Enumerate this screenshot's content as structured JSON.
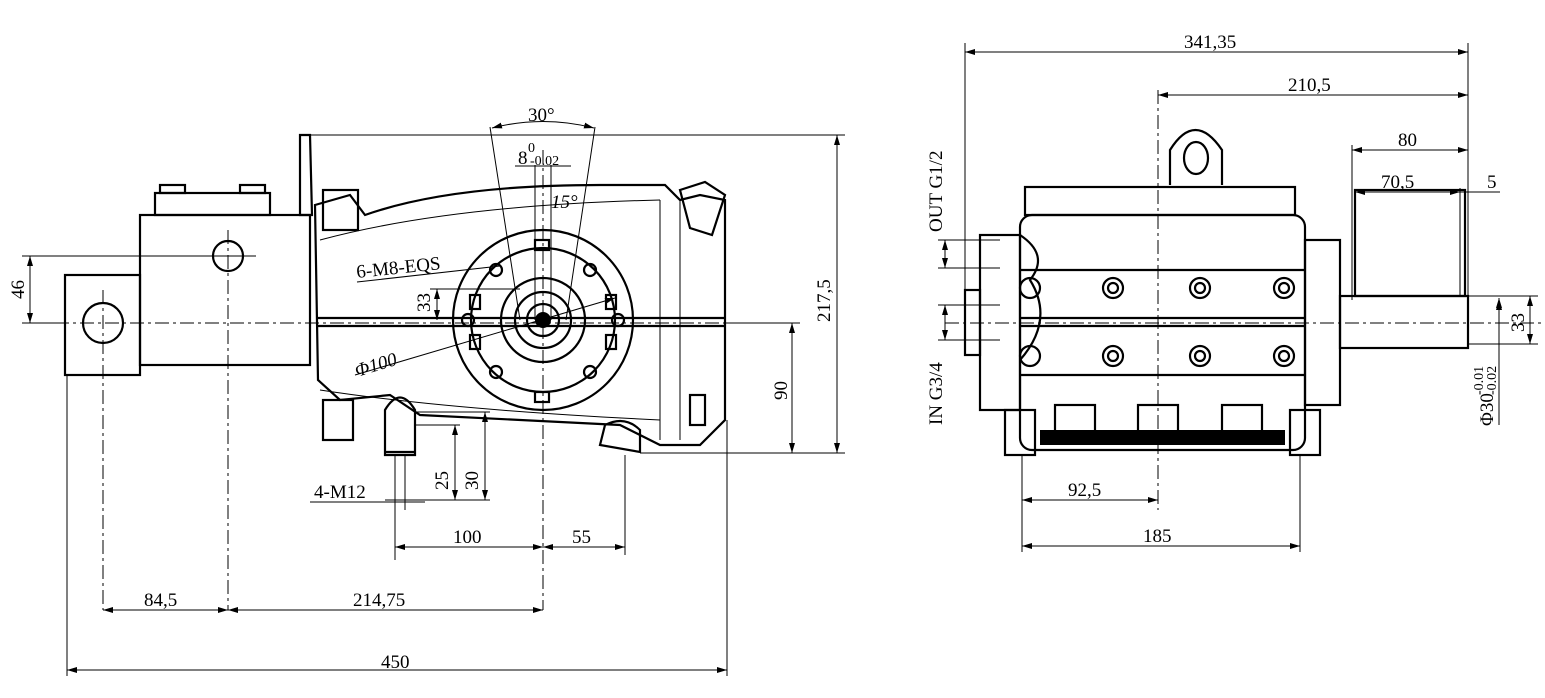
{
  "left_view": {
    "angle_30": "30°",
    "slot_width": "8",
    "slot_tol_upper": "0",
    "slot_tol_lower": "-0.02",
    "angle_15": "15°",
    "bolt_pattern": "6-M8-EQS",
    "dim_33": "33",
    "dia_100": "Φ100",
    "dim_46": "46",
    "dim_217_5": "217,5",
    "dim_90": "90",
    "dim_25": "25",
    "dim_30": "30",
    "foot_bolts": "4-M12",
    "dim_100": "100",
    "dim_55": "55",
    "dim_84_5": "84,5",
    "dim_214_75": "214,75",
    "dim_450": "450"
  },
  "right_view": {
    "dim_341_35": "341,35",
    "dim_210_5": "210,5",
    "dim_80": "80",
    "dim_70_5": "70,5",
    "dim_5": "5",
    "outlet": "OUT G1/2",
    "inlet": "IN G3/4",
    "dim_33": "33",
    "shaft_dia": "Φ30",
    "shaft_tol_upper": "-0.01",
    "shaft_tol_lower": "-0.02",
    "dim_92_5": "92,5",
    "dim_185": "185"
  }
}
